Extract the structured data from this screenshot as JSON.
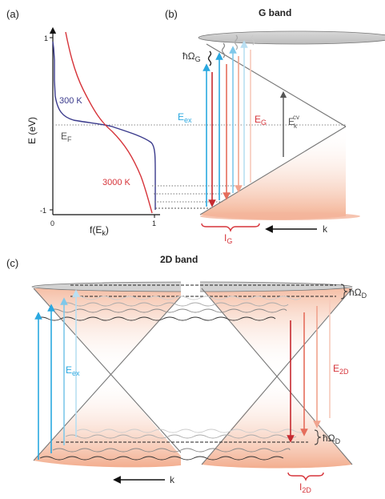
{
  "panels": {
    "a": {
      "label": "(a)",
      "y_axis_label": "E (eV)",
      "x_axis_label": "f(E",
      "x_axis_label_sub": "k",
      "x_axis_label_close": ")",
      "y_tick_top": "1",
      "y_tick_bottom": "-1",
      "x_tick_left": "0",
      "x_tick_right": "1",
      "curve_low_temp_label": "300 K",
      "curve_high_temp_label": "3000 K",
      "fermi_label": "E",
      "fermi_label_sub": "F"
    },
    "b": {
      "label": "(b)",
      "title": "G band",
      "phonon_label": "ħΩ",
      "phonon_label_sub": "G",
      "excitation_label": "E",
      "excitation_label_sub": "ex",
      "emission_label": "E",
      "emission_label_sub": "G",
      "transition_label": "E",
      "transition_label_sub": "k",
      "transition_label_sup": "cv",
      "intensity_label": "I",
      "intensity_label_sub": "G",
      "k_label": "k"
    },
    "c": {
      "label": "(c)",
      "title": "2D band",
      "phonon_label_top": "ħΩ",
      "phonon_label_top_sub": "D",
      "phonon_label_bottom": "ħΩ",
      "phonon_label_bottom_sub": "D",
      "excitation_label": "E",
      "excitation_label_sub": "ex",
      "emission_label": "E",
      "emission_label_sub": "2D",
      "intensity_label": "I",
      "intensity_label_sub": "2D",
      "k_label": "k"
    }
  },
  "colors": {
    "blue": "#2aa8e0",
    "red": "#d6343a",
    "navy": "#3a3a8c",
    "cone_fill": "#f2a988",
    "gray_line": "#666666"
  }
}
